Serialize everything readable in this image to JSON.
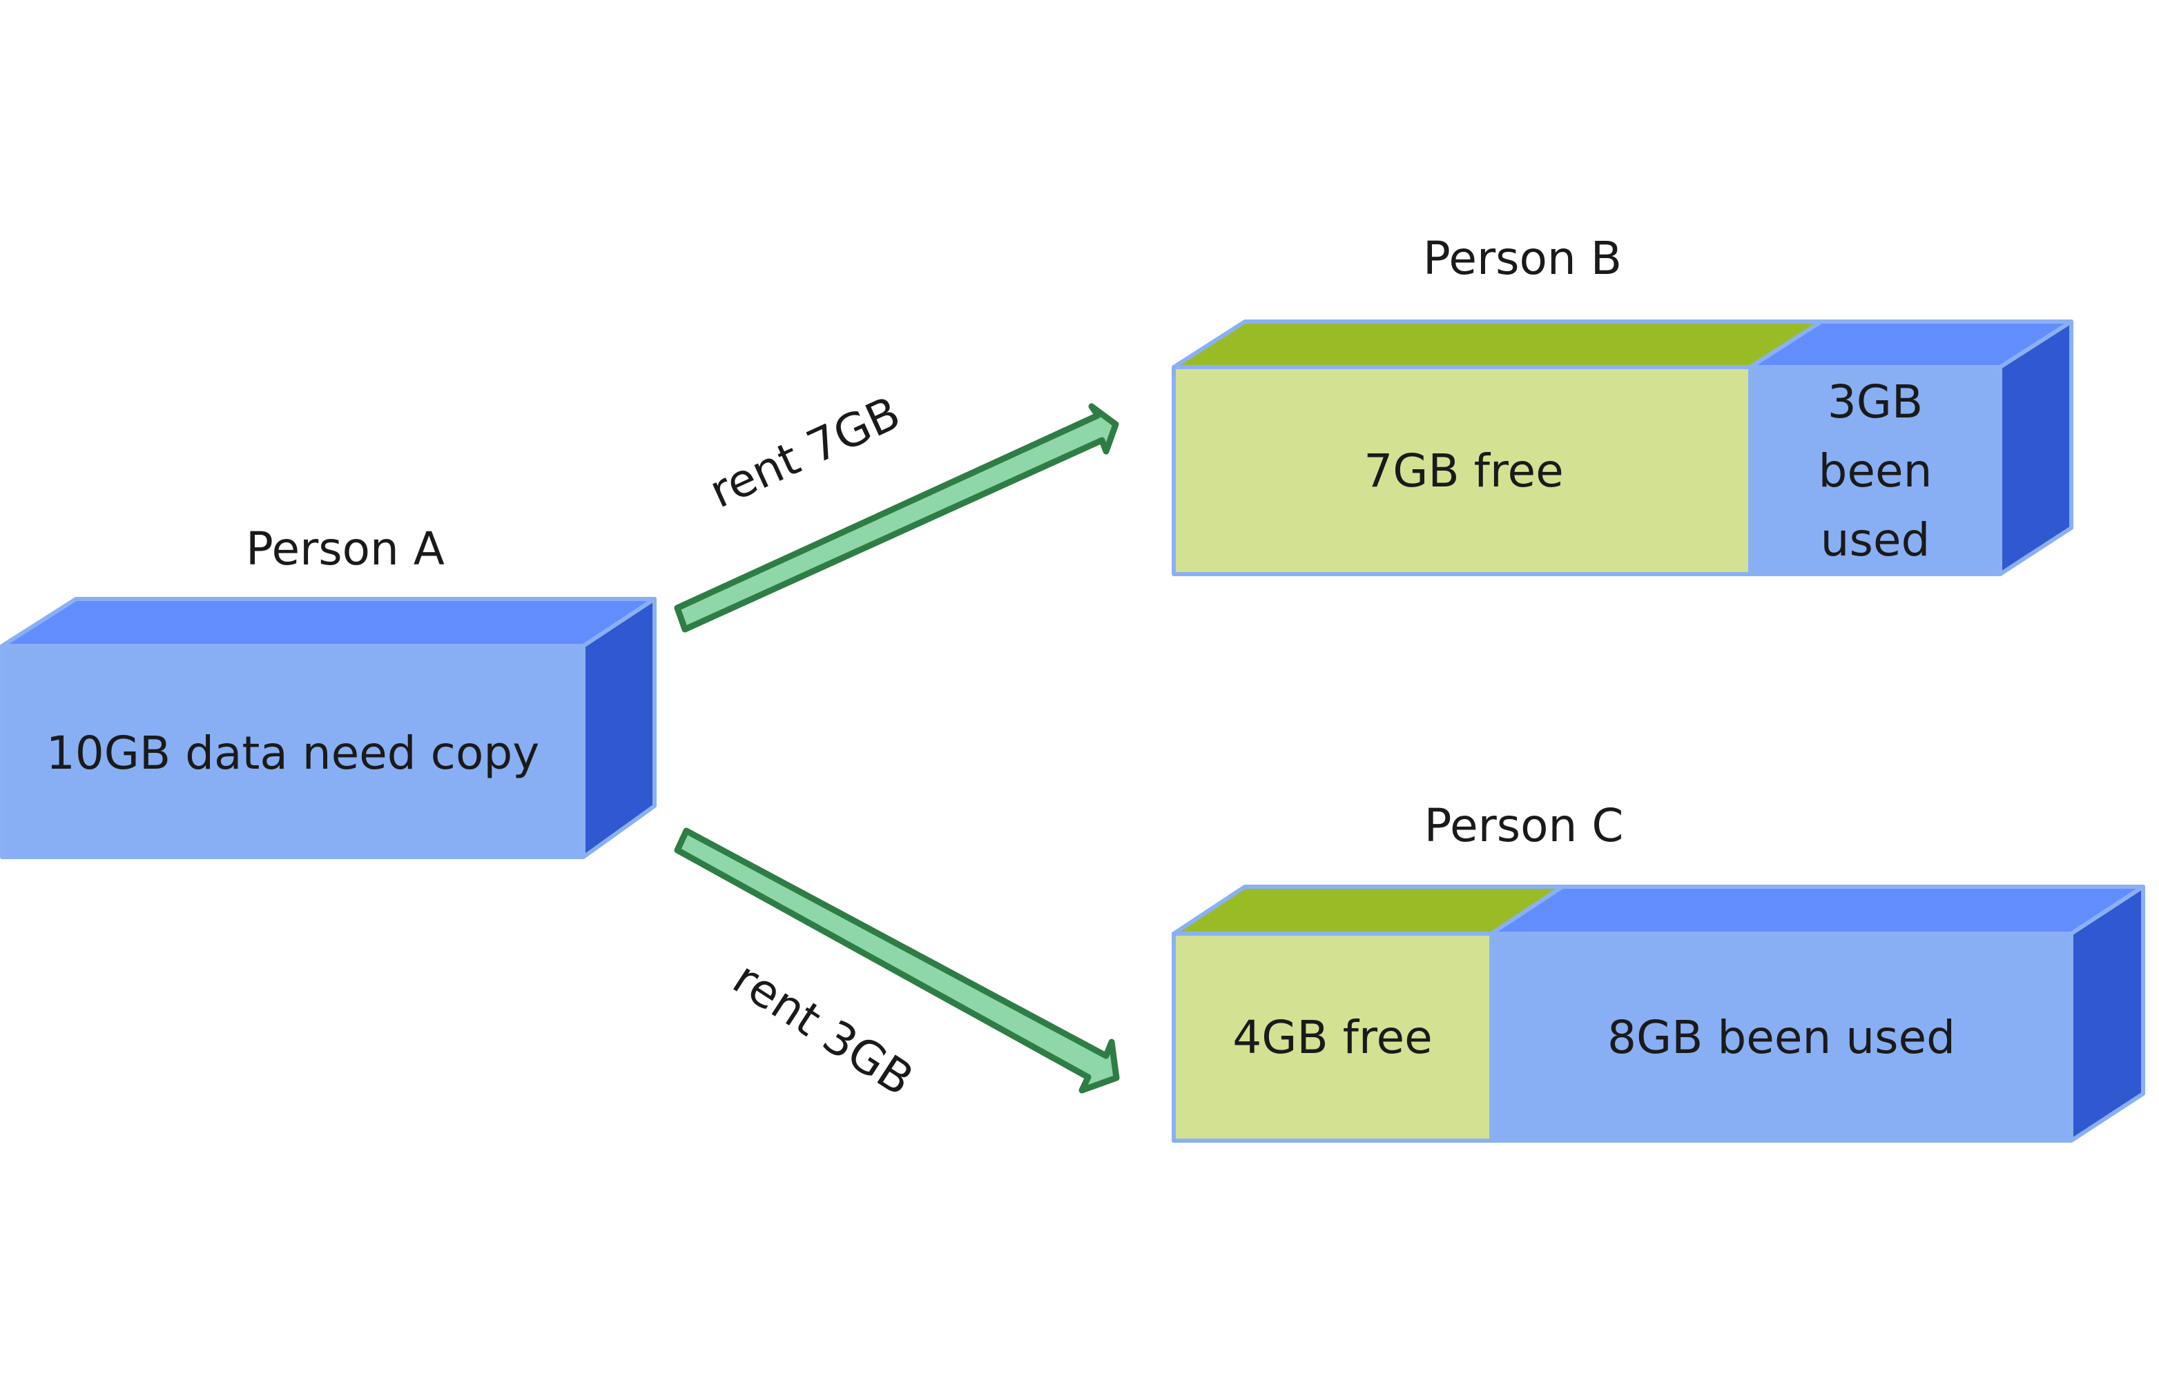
{
  "diagram": {
    "colors": {
      "front_blue": "#88aff3",
      "top_blue": "#628dfd",
      "side_blue": "#2f58d1",
      "edge_blue": "#8ab0f4",
      "front_green": "#d3e193",
      "top_green": "#99bc26",
      "arrow_fill": "#8fd6a8",
      "arrow_stroke": "#2e7d45"
    },
    "person_a": {
      "title": "Person A",
      "text": "10GB data need copy",
      "data_gb": 10
    },
    "person_b": {
      "title": "Person B",
      "capacity_gb": 10,
      "segments": [
        {
          "kind": "free",
          "gb": 7,
          "text": "7GB free"
        },
        {
          "kind": "used",
          "gb": 3,
          "lines": [
            "3GB",
            "been",
            "used"
          ]
        }
      ]
    },
    "person_c": {
      "title": "Person C",
      "capacity_gb": 12,
      "segments": [
        {
          "kind": "free",
          "gb": 4,
          "text": "4GB free"
        },
        {
          "kind": "used",
          "gb": 8,
          "text": "8GB been used"
        }
      ]
    },
    "arrows": [
      {
        "from": "Person A",
        "to": "Person B",
        "label": "rent 7GB",
        "gb": 7
      },
      {
        "from": "Person A",
        "to": "Person C",
        "label": "rent 3GB",
        "gb": 3
      }
    ]
  }
}
